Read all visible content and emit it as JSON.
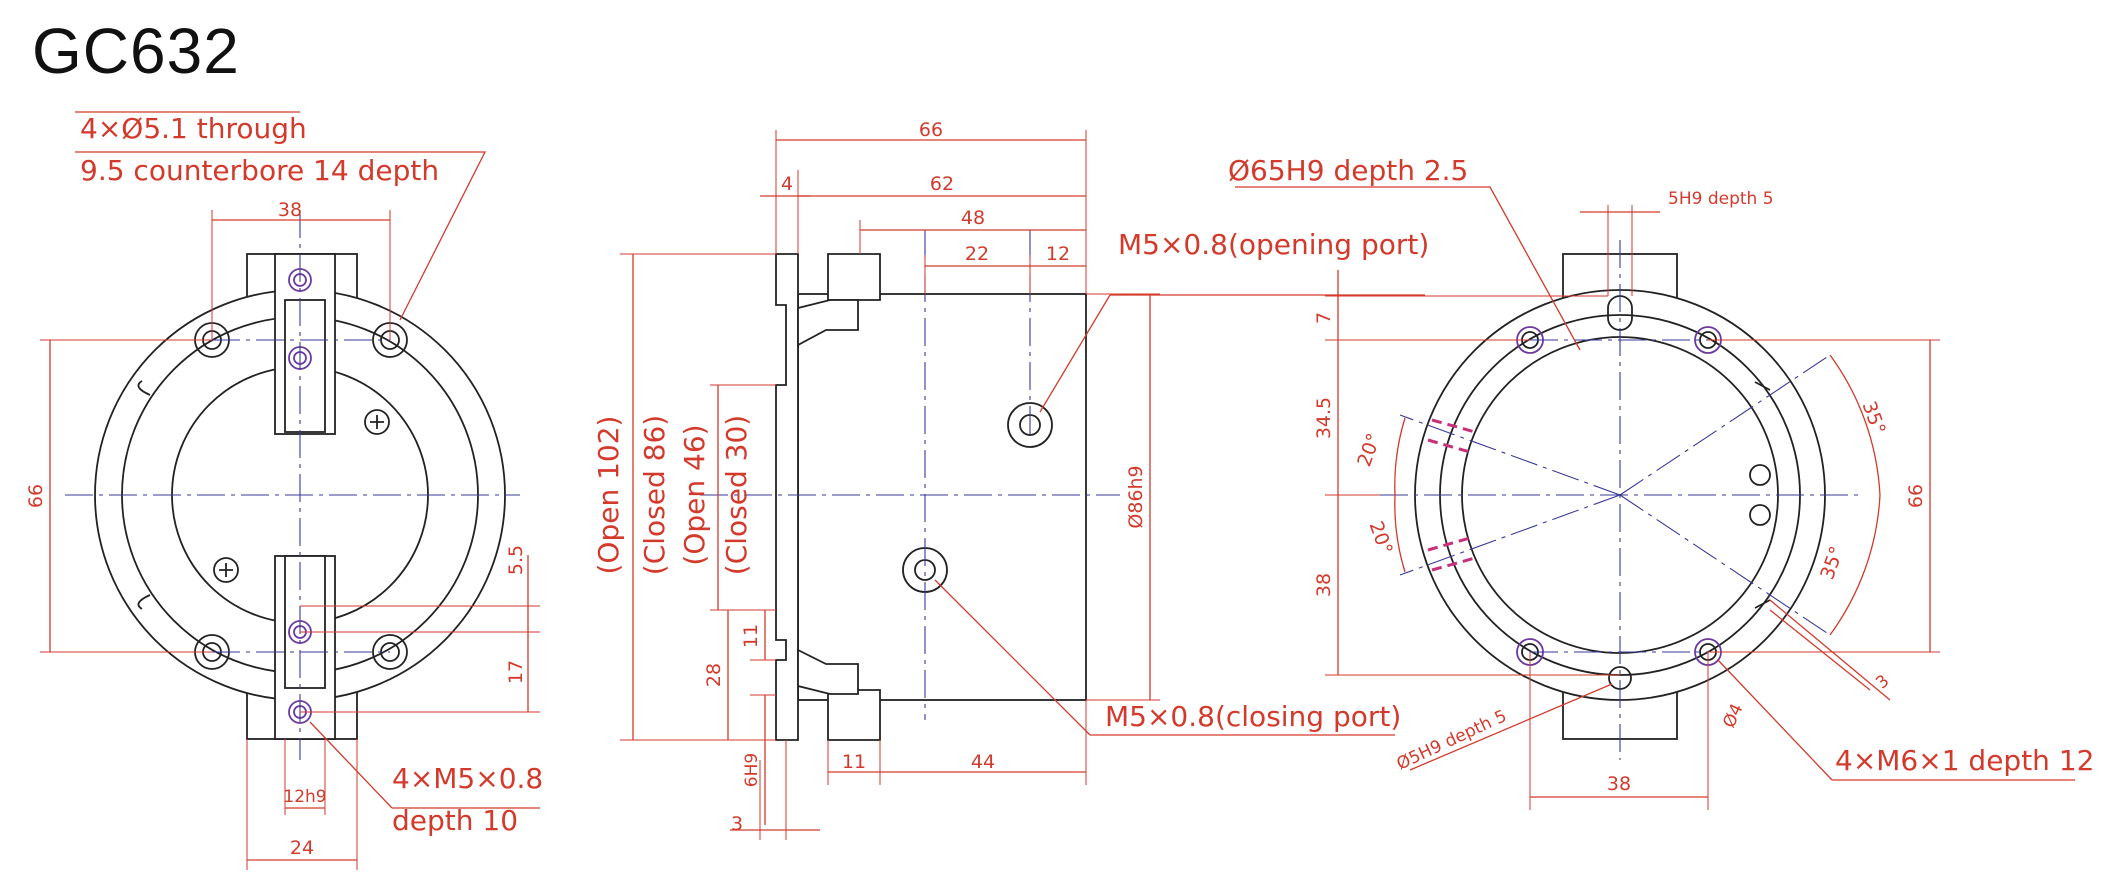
{
  "title": "GC632",
  "notes": {
    "through_1": "4×Ø5.1 through",
    "through_2": "9.5 counterbore 14 depth",
    "m5_1": "4×M5×0.8",
    "m5_2": "depth 10",
    "opening_port": "M5×0.8(opening port)",
    "closing_port": "M5×0.8(closing port)",
    "bore": "Ø65H9 depth 2.5",
    "key": "5H9 depth 5",
    "pin": "Ø5H9 depth 5",
    "m6": "4×M6×1 depth 12"
  },
  "front_dims": {
    "d38": "38",
    "d66": "66",
    "d55": "5.5",
    "d17": "17",
    "d12h9": "12h9",
    "d24": "24"
  },
  "side_dims": {
    "d66": "66",
    "d4": "4",
    "d62": "62",
    "d48": "48",
    "d22": "22",
    "d12": "12",
    "open102": "(Open 102)",
    "closed86": "(Closed 86)",
    "open46": "(Open 46)",
    "closed30": "(Closed 30)",
    "d86h9": "Ø86h9",
    "d11v": "11",
    "d28": "28",
    "d6h9": "6H9",
    "d3": "3",
    "d11h": "11",
    "d44": "44"
  },
  "back_dims": {
    "d7": "7",
    "d345": "34.5",
    "d38v": "38",
    "d66": "66",
    "a20a": "20°",
    "a20b": "20°",
    "a35a": "35°",
    "a35b": "35°",
    "d3": "3",
    "d4": "Ø4",
    "d38h": "38"
  }
}
